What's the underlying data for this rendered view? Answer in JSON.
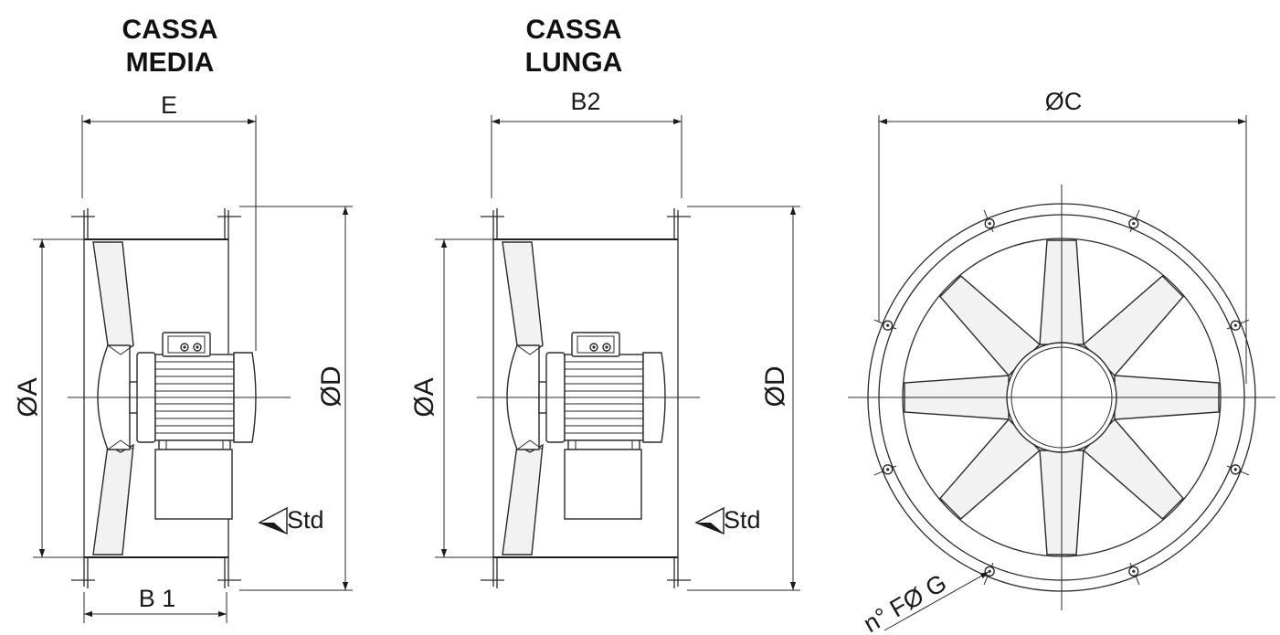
{
  "views": {
    "medium_case": {
      "title_line1": "CASSA",
      "title_line2": "MEDIA",
      "width_label": "E",
      "base_label": "B 1",
      "inner_diameter_label": "ØA",
      "outer_diameter_label": "ØD",
      "direction_label": "Std"
    },
    "long_case": {
      "title_line1": "CASSA",
      "title_line2": "LUNGA",
      "width_label": "B2",
      "inner_diameter_label": "ØA",
      "outer_diameter_label": "ØD",
      "direction_label": "Std"
    },
    "front_view": {
      "flange_diameter_label": "ØC",
      "holes_label": "n° FØ G"
    }
  }
}
